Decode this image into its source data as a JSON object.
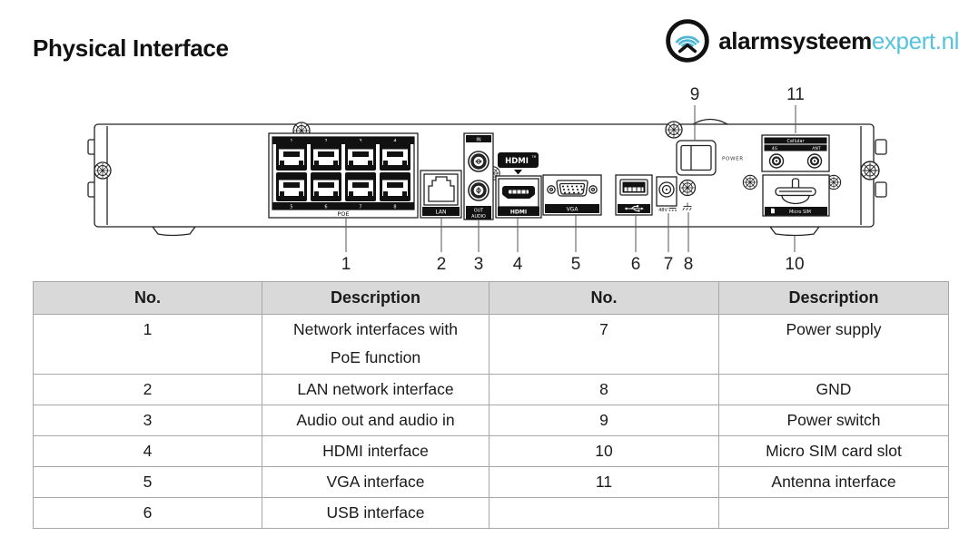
{
  "page": {
    "title": "Physical Interface"
  },
  "logo": {
    "brand_bold": "alarmsysteem",
    "brand_light": "expert.nl",
    "accent_color": "#55c3de",
    "icon": "wifi-house-circle-icon"
  },
  "diagram": {
    "labels": {
      "poe": "POE",
      "lan": "LAN",
      "audio_in": "IN",
      "audio_out_line1": "OUT",
      "audio_out_line2": "AUDIO",
      "hdmi_badge": "HDMI",
      "hdmi_tm": "TM",
      "hdmi_strip": "HDMI",
      "vga": "VGA",
      "power_volt": "48V",
      "power_switch": "POWER",
      "cellular": "Cellular",
      "cellular_4g": "4G",
      "cellular_ant": "ANT",
      "micro_sim": "Micro SIM"
    },
    "poe_top": [
      "1",
      "2",
      "3",
      "4"
    ],
    "poe_bottom": [
      "5",
      "6",
      "7",
      "8"
    ],
    "icons": {
      "usb": "usb-trident-icon",
      "ground": "earth-ground-icon",
      "dc": "dc-voltage-icon",
      "sim": "sim-card-icon"
    },
    "callouts": [
      "1",
      "2",
      "3",
      "4",
      "5",
      "6",
      "7",
      "8",
      "9",
      "10",
      "11"
    ]
  },
  "table": {
    "headers": [
      "No.",
      "Description",
      "No.",
      "Description"
    ],
    "rows": [
      [
        "1",
        "Network interfaces with\nPoE function",
        "7",
        "Power supply"
      ],
      [
        "2",
        "LAN network interface",
        "8",
        "GND"
      ],
      [
        "3",
        "Audio out and audio in",
        "9",
        "Power switch"
      ],
      [
        "4",
        "HDMI interface",
        "10",
        "Micro SIM card slot"
      ],
      [
        "5",
        "VGA interface",
        "11",
        "Antenna interface"
      ],
      [
        "6",
        "USB interface",
        "",
        ""
      ]
    ]
  },
  "colors": {
    "table_header_bg": "#d9d9d9",
    "table_border": "#a6a6a6",
    "line_art": "#222222"
  }
}
